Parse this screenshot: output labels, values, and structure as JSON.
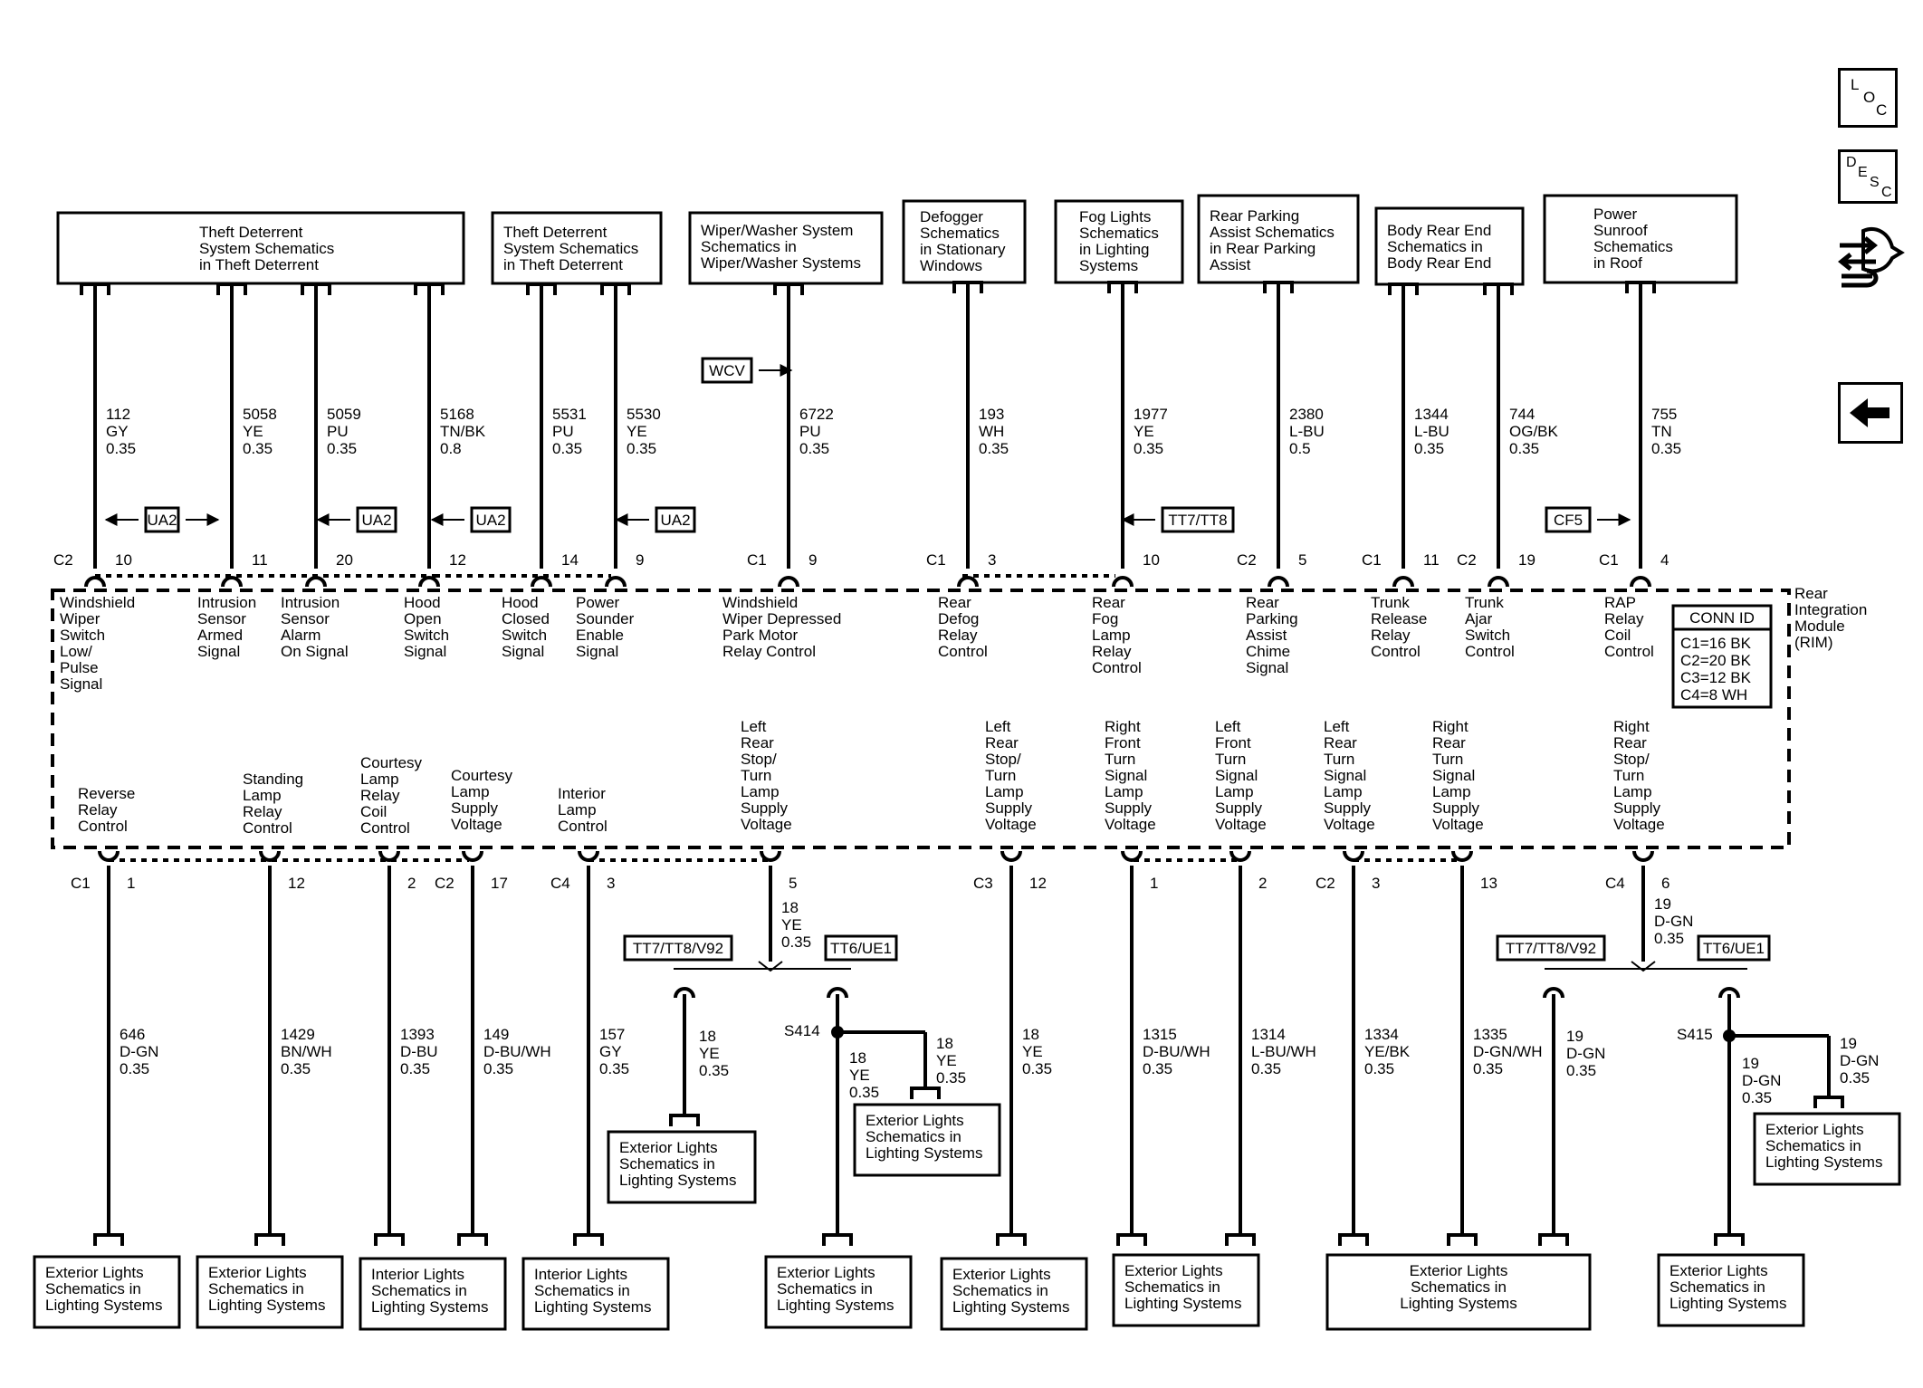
{
  "top_refs": [
    {
      "lines": [
        "Theft Deterrent",
        "System Schematics",
        "in Theft Deterrent"
      ]
    },
    {
      "lines": [
        "Theft Deterrent",
        "System Schematics",
        "in Theft Deterrent"
      ]
    },
    {
      "lines": [
        "Wiper/Washer System",
        "Schematics in",
        "Wiper/Washer Systems"
      ]
    },
    {
      "lines": [
        "Defogger",
        "Schematics",
        "in Stationary",
        "Windows"
      ]
    },
    {
      "lines": [
        "Fog Lights",
        "Schematics",
        "in Lighting",
        "Systems"
      ]
    },
    {
      "lines": [
        "Rear Parking",
        "Assist Schematics",
        "in Rear Parking",
        "Assist"
      ]
    },
    {
      "lines": [
        "Body Rear End",
        "Schematics in",
        "Body Rear End"
      ]
    },
    {
      "lines": [
        "Power",
        "Sunroof",
        "Schematics",
        "in Roof"
      ]
    }
  ],
  "top_wires": [
    {
      "circuit": "112",
      "color": "GY",
      "size": "0.35"
    },
    {
      "circuit": "5058",
      "color": "YE",
      "size": "0.35"
    },
    {
      "circuit": "5059",
      "color": "PU",
      "size": "0.35"
    },
    {
      "circuit": "5168",
      "color": "TN/BK",
      "size": "0.8"
    },
    {
      "circuit": "5531",
      "color": "PU",
      "size": "0.35"
    },
    {
      "circuit": "5530",
      "color": "YE",
      "size": "0.35"
    },
    {
      "circuit": "6722",
      "color": "PU",
      "size": "0.35"
    },
    {
      "circuit": "193",
      "color": "WH",
      "size": "0.35"
    },
    {
      "circuit": "1977",
      "color": "YE",
      "size": "0.35"
    },
    {
      "circuit": "2380",
      "color": "L-BU",
      "size": "0.5"
    },
    {
      "circuit": "1344",
      "color": "L-BU",
      "size": "0.35"
    },
    {
      "circuit": "744",
      "color": "OG/BK",
      "size": "0.35"
    },
    {
      "circuit": "755",
      "color": "TN",
      "size": "0.35"
    }
  ],
  "options": [
    "UA2",
    "UA2",
    "UA2",
    "UA2",
    "WCV",
    "TT7/TT8",
    "CF5"
  ],
  "top_pins": [
    {
      "conn": "C2",
      "pin": "10"
    },
    {
      "conn": "",
      "pin": "11"
    },
    {
      "conn": "",
      "pin": "20"
    },
    {
      "conn": "",
      "pin": "12"
    },
    {
      "conn": "",
      "pin": "14"
    },
    {
      "conn": "",
      "pin": "9"
    },
    {
      "conn": "C1",
      "pin": "9"
    },
    {
      "conn": "C1",
      "pin": "3"
    },
    {
      "conn": "",
      "pin": "10"
    },
    {
      "conn": "C2",
      "pin": "5"
    },
    {
      "conn": "C1",
      "pin": "11"
    },
    {
      "conn": "C2",
      "pin": "19"
    },
    {
      "conn": "C1",
      "pin": "4"
    }
  ],
  "top_functions": [
    {
      "lines": [
        "Windshield",
        "Wiper",
        "Switch",
        "Low/",
        "Pulse",
        "Signal"
      ]
    },
    {
      "lines": [
        "Intrusion",
        "Sensor",
        "Armed",
        "Signal"
      ]
    },
    {
      "lines": [
        "Intrusion",
        "Sensor",
        "Alarm",
        "On Signal"
      ]
    },
    {
      "lines": [
        "Hood",
        "Open",
        "Switch",
        "Signal"
      ]
    },
    {
      "lines": [
        "Hood",
        "Closed",
        "Switch",
        "Signal"
      ]
    },
    {
      "lines": [
        "Power",
        "Sounder",
        "Enable",
        "Signal"
      ]
    },
    {
      "lines": [
        "Windshield",
        "Wiper Depressed",
        "Park Motor",
        "Relay Control"
      ]
    },
    {
      "lines": [
        "Rear",
        "Defog",
        "Relay",
        "Control"
      ]
    },
    {
      "lines": [
        "Rear",
        "Fog",
        "Lamp",
        "Relay",
        "Control"
      ]
    },
    {
      "lines": [
        "Rear",
        "Parking",
        "Assist",
        "Chime",
        "Signal"
      ]
    },
    {
      "lines": [
        "Trunk",
        "Release",
        "Relay",
        "Control"
      ]
    },
    {
      "lines": [
        "Trunk",
        "Ajar",
        "Switch",
        "Control"
      ]
    },
    {
      "lines": [
        "RAP",
        "Relay",
        "Coil",
        "Control"
      ]
    }
  ],
  "module": {
    "lines": [
      "Rear",
      "Integration",
      "Module",
      "(RIM)"
    ],
    "conn_id_title": "CONN ID",
    "conn_id_rows": [
      "C1=16 BK",
      "C2=20 BK",
      "C3=12 BK",
      "C4=8 WH"
    ]
  },
  "bottom_functions": [
    {
      "lines": [
        "Reverse",
        "Relay",
        "Control"
      ]
    },
    {
      "lines": [
        "Standing",
        "Lamp",
        "Relay",
        "Control"
      ]
    },
    {
      "lines": [
        "Courtesy",
        "Lamp",
        "Relay",
        "Coil",
        "Control"
      ]
    },
    {
      "lines": [
        "Courtesy",
        "Lamp",
        "Supply",
        "Voltage"
      ]
    },
    {
      "lines": [
        "Interior",
        "Lamp",
        "Control"
      ]
    },
    {
      "lines": [
        "Left",
        "Rear",
        "Stop/",
        "Turn",
        "Lamp",
        "Supply",
        "Voltage"
      ]
    },
    {
      "lines": [
        "Left",
        "Rear",
        "Stop/",
        "Turn",
        "Lamp",
        "Supply",
        "Voltage"
      ]
    },
    {
      "lines": [
        "Right",
        "Front",
        "Turn",
        "Signal",
        "Lamp",
        "Supply",
        "Voltage"
      ]
    },
    {
      "lines": [
        "Left",
        "Front",
        "Turn",
        "Signal",
        "Lamp",
        "Supply",
        "Voltage"
      ]
    },
    {
      "lines": [
        "Left",
        "Rear",
        "Turn",
        "Signal",
        "Lamp",
        "Supply",
        "Voltage"
      ]
    },
    {
      "lines": [
        "Right",
        "Rear",
        "Turn",
        "Signal",
        "Lamp",
        "Supply",
        "Voltage"
      ]
    },
    {
      "lines": [
        "Right",
        "Rear",
        "Stop/",
        "Turn",
        "Lamp",
        "Supply",
        "Voltage"
      ]
    }
  ],
  "bottom_pins": [
    {
      "conn": "C1",
      "pin": "1"
    },
    {
      "conn": "",
      "pin": "12"
    },
    {
      "conn": "",
      "pin": "2"
    },
    {
      "conn": "C2",
      "pin": "17"
    },
    {
      "conn": "C4",
      "pin": "3"
    },
    {
      "conn": "",
      "pin": "5"
    },
    {
      "conn": "C3",
      "pin": "12"
    },
    {
      "conn": "",
      "pin": "1"
    },
    {
      "conn": "",
      "pin": "2"
    },
    {
      "conn": "C2",
      "pin": "3"
    },
    {
      "conn": "",
      "pin": "13"
    },
    {
      "conn": "C4",
      "pin": "6"
    }
  ],
  "bottom_wires": [
    {
      "circuit": "646",
      "color": "D-GN",
      "size": "0.35"
    },
    {
      "circuit": "1429",
      "color": "BN/WH",
      "size": "0.35"
    },
    {
      "circuit": "1393",
      "color": "D-BU",
      "size": "0.35"
    },
    {
      "circuit": "149",
      "color": "D-BU/WH",
      "size": "0.35"
    },
    {
      "circuit": "157",
      "color": "GY",
      "size": "0.35"
    },
    {
      "circuit": "18",
      "color": "YE",
      "size": "0.35"
    },
    {
      "circuit": "18",
      "color": "YE",
      "size": "0.35"
    },
    {
      "circuit": "18",
      "color": "YE",
      "size": "0.35"
    },
    {
      "circuit": "18",
      "color": "YE",
      "size": "0.35"
    },
    {
      "circuit": "18",
      "color": "YE",
      "size": "0.35"
    },
    {
      "circuit": "1315",
      "color": "D-BU/WH",
      "size": "0.35"
    },
    {
      "circuit": "1314",
      "color": "L-BU/WH",
      "size": "0.35"
    },
    {
      "circuit": "1334",
      "color": "YE/BK",
      "size": "0.35"
    },
    {
      "circuit": "1335",
      "color": "D-GN/WH",
      "size": "0.35"
    },
    {
      "circuit": "19",
      "color": "D-GN",
      "size": "0.35"
    },
    {
      "circuit": "19",
      "color": "D-GN",
      "size": "0.35"
    },
    {
      "circuit": "19",
      "color": "D-GN",
      "size": "0.35"
    },
    {
      "circuit": "19",
      "color": "D-GN",
      "size": "0.35"
    }
  ],
  "bottom_options": [
    "TT7/TT8/V92",
    "TT6/UE1",
    "TT7/TT8/V92",
    "TT6/UE1"
  ],
  "splices": [
    "S414",
    "S415"
  ],
  "bottom_refs": [
    {
      "lines": [
        "Exterior Lights",
        "Schematics in",
        "Lighting Systems"
      ]
    },
    {
      "lines": [
        "Exterior Lights",
        "Schematics in",
        "Lighting Systems"
      ]
    },
    {
      "lines": [
        "Interior Lights",
        "Schematics in",
        "Lighting Systems"
      ]
    },
    {
      "lines": [
        "Interior Lights",
        "Schematics in",
        "Lighting Systems"
      ]
    },
    {
      "lines": [
        "Exterior Lights",
        "Schematics in",
        "Lighting Systems"
      ]
    },
    {
      "lines": [
        "Exterior Lights",
        "Schematics in",
        "Lighting Systems"
      ]
    },
    {
      "lines": [
        "Exterior Lights",
        "Schematics in",
        "Lighting Systems"
      ]
    },
    {
      "lines": [
        "Exterior Lights",
        "Schematics in",
        "Lighting Systems"
      ]
    },
    {
      "lines": [
        "Exterior Lights",
        "Schematics in",
        "Lighting Systems"
      ]
    },
    {
      "lines": [
        "Exterior Lights",
        "Schematics in",
        "Lighting Systems"
      ]
    },
    {
      "lines": [
        "Exterior Lights",
        "Schematics in",
        "Lighting Systems"
      ]
    },
    {
      "lines": [
        "Exterior Lights",
        "Schematics in",
        "Lighting Systems"
      ]
    }
  ],
  "side_icons": [
    {
      "name": "location-icon",
      "letters": [
        "L",
        "O",
        "C"
      ]
    },
    {
      "name": "description-icon",
      "letters": [
        "D",
        "E",
        "S",
        "C"
      ]
    },
    {
      "name": "connector-tools-icon"
    },
    {
      "name": "back-arrow-icon"
    }
  ]
}
